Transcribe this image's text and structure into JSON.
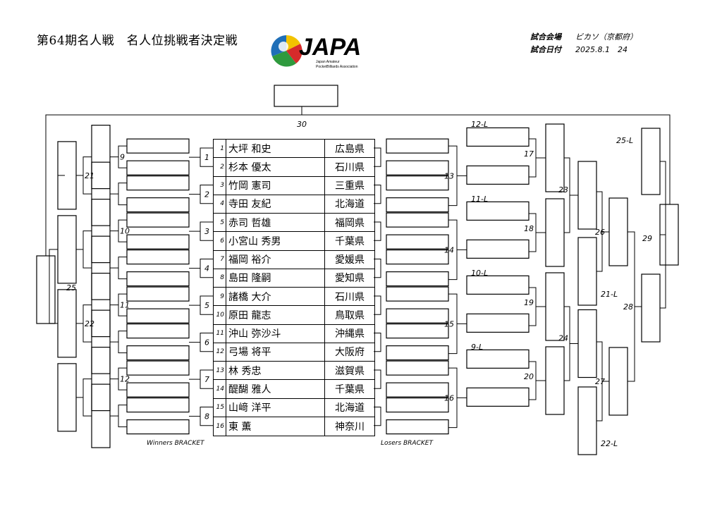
{
  "header": {
    "title": "第64期名人戦　名人位挑戦者決定戦",
    "logo_text": "JAPA",
    "logo_sub1": "Japan Amateur",
    "logo_sub2": "PocketBilliards Association",
    "venue_label": "試合会場",
    "venue_value": "ビカソ（京都府）",
    "date_label": "試合日付",
    "date_value": "2025.8.1　24"
  },
  "captions": {
    "winners": "Winners BRACKET",
    "losers": "Losers BRACKET"
  },
  "players": [
    {
      "no": "1",
      "name": "大坪 和史",
      "pref": "広島県"
    },
    {
      "no": "2",
      "name": "杉本 優太",
      "pref": "石川県"
    },
    {
      "no": "3",
      "name": "竹岡 憲司",
      "pref": "三重県"
    },
    {
      "no": "4",
      "name": "寺田 友紀",
      "pref": "北海道"
    },
    {
      "no": "5",
      "name": "赤司 哲雄",
      "pref": "福岡県"
    },
    {
      "no": "6",
      "name": "小宮山 秀男",
      "pref": "千葉県"
    },
    {
      "no": "7",
      "name": "福岡 裕介",
      "pref": "愛媛県"
    },
    {
      "no": "8",
      "name": "島田 隆嗣",
      "pref": "愛知県"
    },
    {
      "no": "9",
      "name": "諸橋 大介",
      "pref": "石川県"
    },
    {
      "no": "10",
      "name": "原田 龍志",
      "pref": "鳥取県"
    },
    {
      "no": "11",
      "name": "沖山 弥沙斗",
      "pref": "沖縄県"
    },
    {
      "no": "12",
      "name": "弓場 将平",
      "pref": "大阪府"
    },
    {
      "no": "13",
      "name": "林 秀忠",
      "pref": "滋賀県"
    },
    {
      "no": "14",
      "name": "醍醐 雅人",
      "pref": "千葉県"
    },
    {
      "no": "15",
      "name": "山﨑 洋平",
      "pref": "北海道"
    },
    {
      "no": "16",
      "name": "東 薫",
      "pref": "神奈川"
    }
  ],
  "match_labels": [
    "1",
    "2",
    "3",
    "4",
    "5",
    "6",
    "7",
    "8",
    "9",
    "10",
    "11",
    "12",
    "13",
    "14",
    "15",
    "16",
    "17",
    "18",
    "19",
    "20",
    "21",
    "22",
    "23",
    "24",
    "25",
    "26",
    "27",
    "28",
    "29",
    "30"
  ],
  "loser_labels": [
    "12-L",
    "11-L",
    "10-L",
    "9-L",
    "25-L",
    "21-L",
    "22-L"
  ],
  "colors": {
    "logo_blue": "#1f6fb8",
    "logo_green": "#2f9a3e",
    "logo_red": "#d62b2b",
    "logo_yellow": "#f2c300"
  }
}
